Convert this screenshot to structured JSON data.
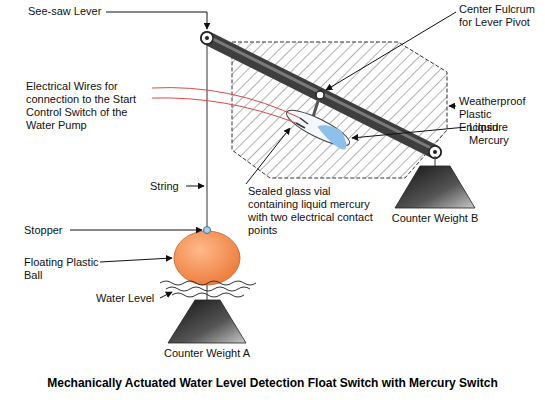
{
  "diagram": {
    "caption": "Mechanically Actuated Water Level Detection Float Switch with Mercury Switch",
    "labels": [
      "See-saw Lever",
      "Center Fulcrum for Lever Pivot",
      "Electrical Wires for connection to the Start Control Switch of the Water Pump",
      "Weatherproof Plastic Enclosure",
      "Liquid Mercury",
      "String",
      "Sealed glass vial containing liquid mercury with two electrical contact points",
      "Counter Weight B",
      "Stopper",
      "Floating Plastic Ball",
      "Water Level",
      "Counter Weight A"
    ]
  }
}
